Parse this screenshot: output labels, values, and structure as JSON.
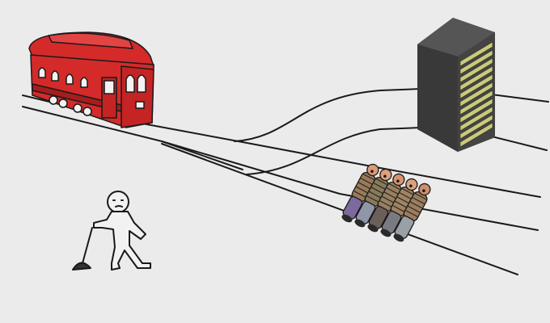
{
  "scene": {
    "background": "#ebebeb",
    "ink": "#1a1a1a",
    "trolley_color": "#d42a2a",
    "trolley_shade": "#a51d1d",
    "window_color": "#f2f2f2",
    "server_color": "#3d3d3d",
    "server_light_color": "#c9c97a",
    "person_count": 5,
    "person_shirt_colors": [
      "#9a7a58",
      "#8a7a5a",
      "#9a8060",
      "#a08462",
      "#9c7d5c"
    ],
    "person_pants_colors": [
      "#7b6a9b",
      "#8e96a8",
      "#6b5f5a",
      "#7a7a82",
      "#9aa0a8"
    ],
    "person_head_colors": [
      "#d99a76",
      "#e0a07a",
      "#d8946e",
      "#dca07c",
      "#d08e6a"
    ],
    "icons": [
      "trolley",
      "server-rack",
      "lever-man",
      "tied-people"
    ]
  }
}
